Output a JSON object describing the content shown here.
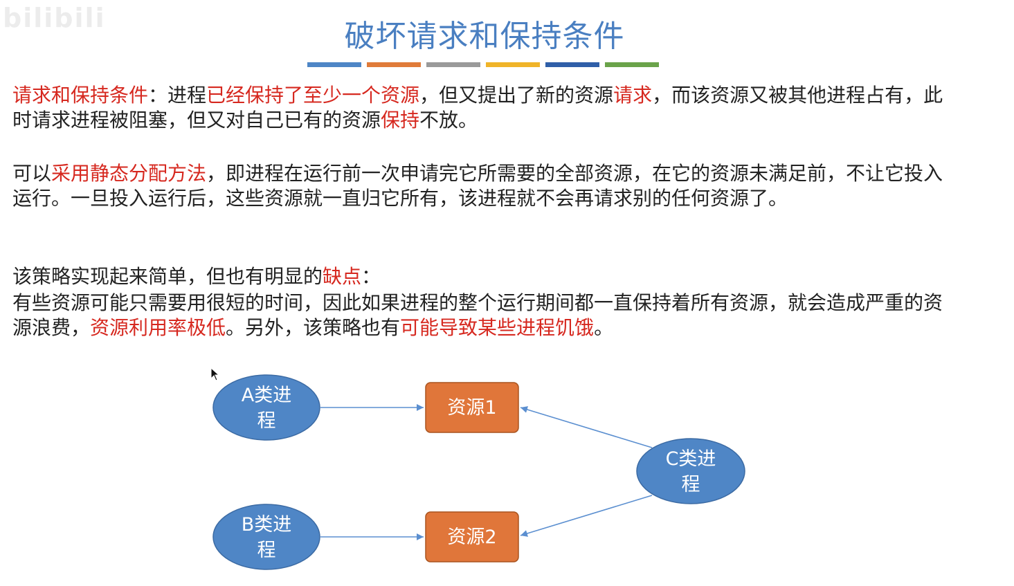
{
  "watermark": "bilibili",
  "title": "破坏请求和保持条件",
  "color_bar": [
    "#4e86c6",
    "#e07b39",
    "#9a9a9a",
    "#f0b429",
    "#2f5fa8",
    "#6aa34a"
  ],
  "paragraphs": [
    {
      "id": "p1",
      "segments": [
        {
          "text": "请求和保持条件",
          "red": true
        },
        {
          "text": "：进程",
          "red": false
        },
        {
          "text": "已经保持了至少一个资源",
          "red": true
        },
        {
          "text": "，但又提出了新的资源",
          "red": false
        },
        {
          "text": "请求",
          "red": true
        },
        {
          "text": "，而该资源又被其他进程占有，此时请求进程被阻塞，但又对自己已有的资源",
          "red": false
        },
        {
          "text": "保持",
          "red": true
        },
        {
          "text": "不放。",
          "red": false
        }
      ]
    },
    {
      "id": "p2",
      "segments": [
        {
          "text": "可以",
          "red": false
        },
        {
          "text": "采用静态分配方法",
          "red": true
        },
        {
          "text": "，即进程在运行前一次申请完它所需要的全部资源，在它的资源未满足前，不让它投入运行。一旦投入运行后，这些资源就一直归它所有，该进程就不会再请求别的任何资源了。",
          "red": false
        }
      ]
    },
    {
      "id": "p3",
      "segments": [
        {
          "text": "该策略实现起来简单，但也有明显的",
          "red": false
        },
        {
          "text": "缺点",
          "red": true
        },
        {
          "text": "：",
          "red": false
        }
      ]
    },
    {
      "id": "p4",
      "segments": [
        {
          "text": "有些资源可能只需要用很短的时间，因此如果进程的整个运行期间都一直保持着所有资源，就会造成严重的资源浪费，",
          "red": false
        },
        {
          "text": "资源利用率极低",
          "red": true
        },
        {
          "text": "。另外，该策略也有",
          "red": false
        },
        {
          "text": "可能导致某些进程饥饿",
          "red": true
        },
        {
          "text": "。",
          "red": false
        }
      ]
    }
  ],
  "diagram": {
    "process_a": {
      "line1": "A类进",
      "line2": "程"
    },
    "process_b": {
      "line1": "B类进",
      "line2": "程"
    },
    "process_c": {
      "line1": "C类进",
      "line2": "程"
    },
    "resource_1": "资源1",
    "resource_2": "资源2",
    "colors": {
      "process_fill": "#4f86c6",
      "process_stroke": "#3b6aa3",
      "resource_fill": "#e0763a",
      "resource_stroke": "#a9541f",
      "arrow": "#5b8fd0"
    }
  }
}
